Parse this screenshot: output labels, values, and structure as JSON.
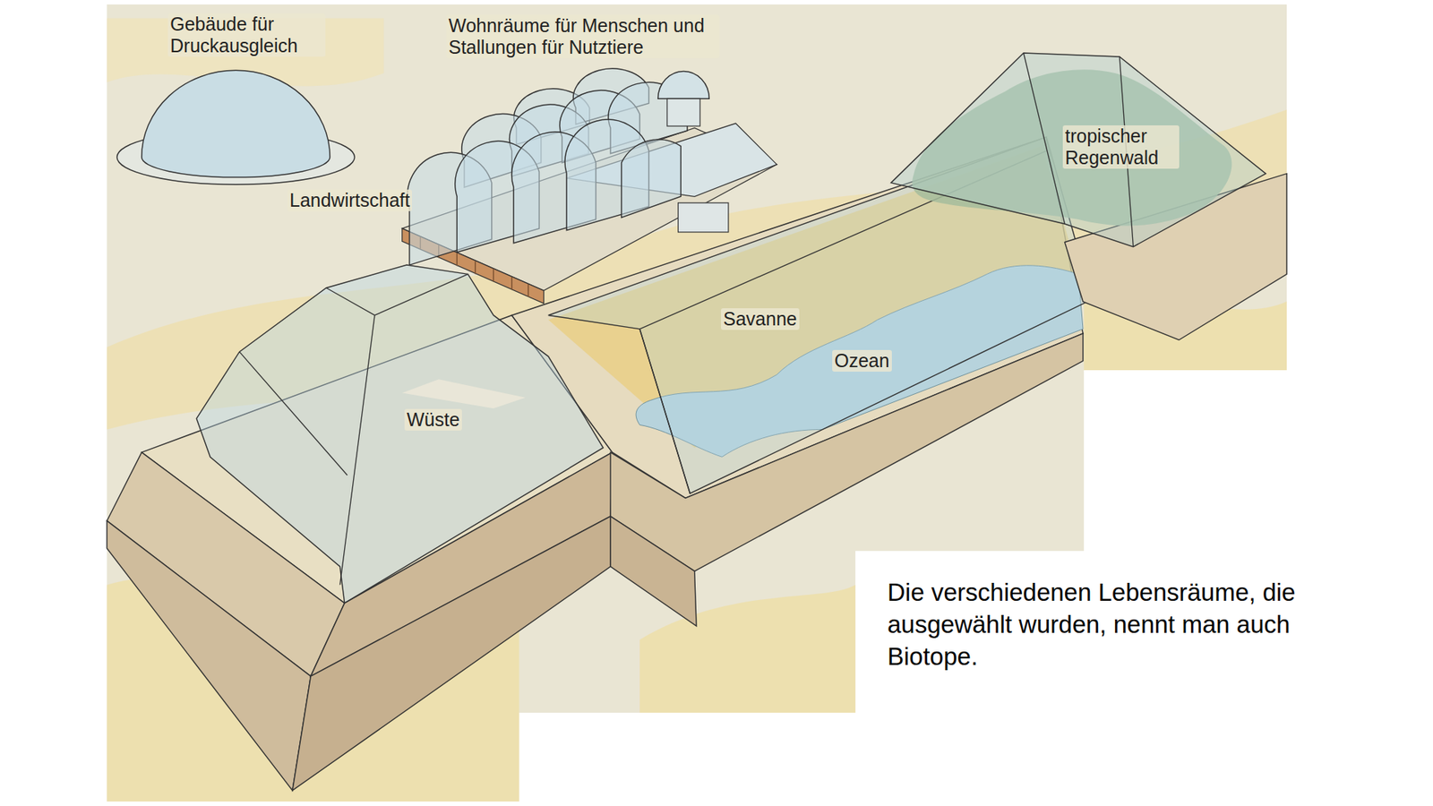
{
  "diagram": {
    "labels": [
      "Gebäude für Druckausgleich",
      "Wohnräume für Menschen und Stallungen für Nutztiere",
      "Landwirtschaft",
      "tropischer Regenwald",
      "Savanne",
      "Ozean",
      "Wüste",
      "Die verschiedenen Lebensräume, die ausgewählt wurden, nennt man auch Biotope."
    ]
  }
}
